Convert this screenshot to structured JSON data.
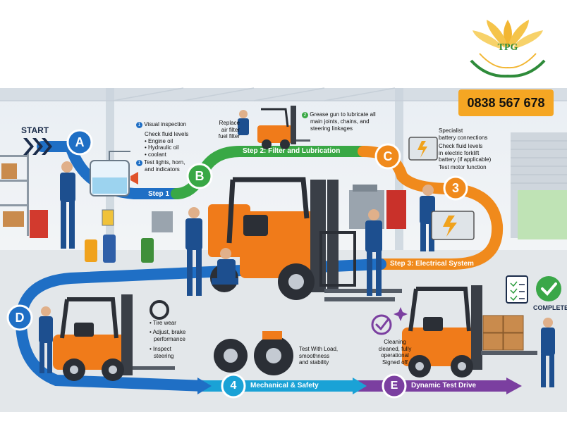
{
  "logo": {
    "text": "TPG",
    "icon": "lotus-logo-icon"
  },
  "phone": "0838 567 678",
  "start_label": "START",
  "complete_label": "COMPLETE",
  "badges": {
    "a": "A",
    "b": "B",
    "c": "C",
    "d": "D",
    "e": "E",
    "three": "3",
    "four": "4"
  },
  "steps": {
    "step1": "Step 1",
    "step2": "Step 2: Filter and Lubrication",
    "step3": "Step 3: Electrical System",
    "step4": "Mechanical & Safety",
    "step5": "Dynamic Test Drive"
  },
  "notes": {
    "visual": {
      "num": "1",
      "text": "Visual inspection"
    },
    "fluids": {
      "title": "Check fluid levels",
      "items": [
        "• Engine oil",
        "• Hydraulic oil",
        "• coolant"
      ]
    },
    "lights": {
      "num": "1",
      "lines": [
        "Test lights, horn,",
        "and indicators"
      ]
    },
    "filter": [
      "Replace",
      "air filter",
      "fuel filter"
    ],
    "grease": {
      "num": "2",
      "lines": [
        "Grease gun to lubricate all",
        "main joints, chains, and",
        "steering linkages"
      ]
    },
    "battery": [
      "Specialist",
      "battery connections"
    ],
    "battery_fluid": [
      "Check fluid levels",
      "in electric forklift",
      "battery (if applicable)"
    ],
    "motor": "Test motor function",
    "tire": "• Tire wear",
    "brake": [
      "• Adjust, brake",
      "performance"
    ],
    "steering": [
      "• Inspect",
      "steering"
    ],
    "load": [
      "Test With Load,",
      "smoothness",
      "and stability"
    ],
    "cleaning": [
      "Cleaning",
      "cleaned, fully",
      "operational",
      "Signed off"
    ]
  },
  "colors": {
    "blue": "#1f6fc5",
    "green": "#39a845",
    "orange": "#f08a1c",
    "cyan": "#1aa2d6",
    "purple": "#7b3fa0",
    "phone_bg": "#f5a623",
    "forklift": "#f07b1a"
  }
}
